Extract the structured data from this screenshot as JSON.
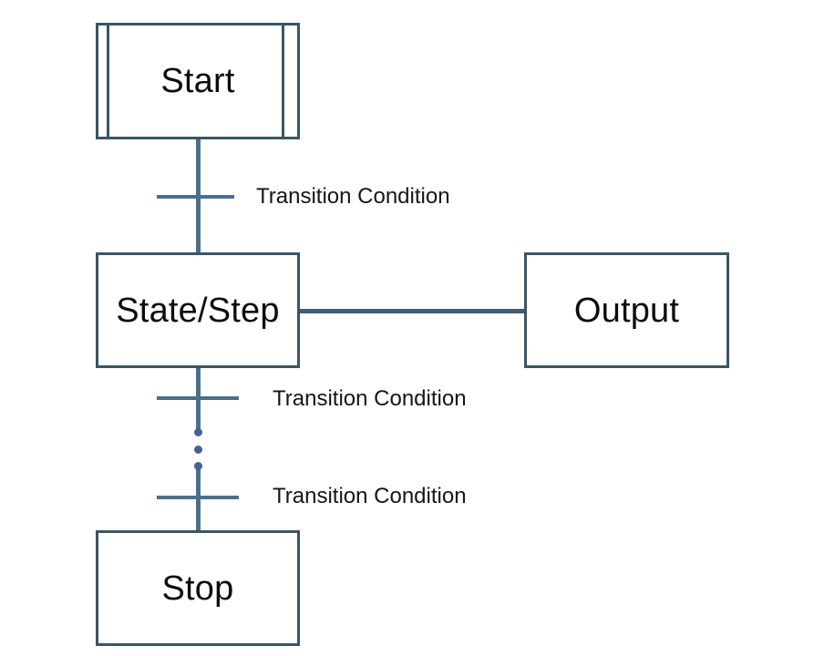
{
  "diagram": {
    "title": "State transition / step flowchart",
    "colors": {
      "node_border": "#3a5566",
      "connector": "#4a6f8a",
      "ellipsis_dot": "#4a5f96",
      "label_text": "#161616",
      "node_text": "#0d0d0d",
      "background": "#ffffff"
    },
    "nodes": [
      {
        "id": "start",
        "label": "Start",
        "shape": "double-sided-rectangle"
      },
      {
        "id": "state",
        "label": "State/Step",
        "shape": "rectangle"
      },
      {
        "id": "output",
        "label": "Output",
        "shape": "rectangle"
      },
      {
        "id": "stop",
        "label": "Stop",
        "shape": "rectangle"
      }
    ],
    "edges": [
      {
        "id": "start-to-state",
        "from": "start",
        "to": "state",
        "label": "Transition Condition"
      },
      {
        "id": "state-to-output",
        "from": "state",
        "to": "output",
        "label": ""
      },
      {
        "id": "state-to-dots",
        "from": "state",
        "to": "dots",
        "label": "Transition Condition"
      },
      {
        "id": "dots-to-stop",
        "from": "dots",
        "to": "stop",
        "label": "Transition Condition"
      }
    ],
    "ellipsis": {
      "name": "vertical-ellipsis",
      "dot_count": 3,
      "meaning": "additional states omitted"
    }
  }
}
